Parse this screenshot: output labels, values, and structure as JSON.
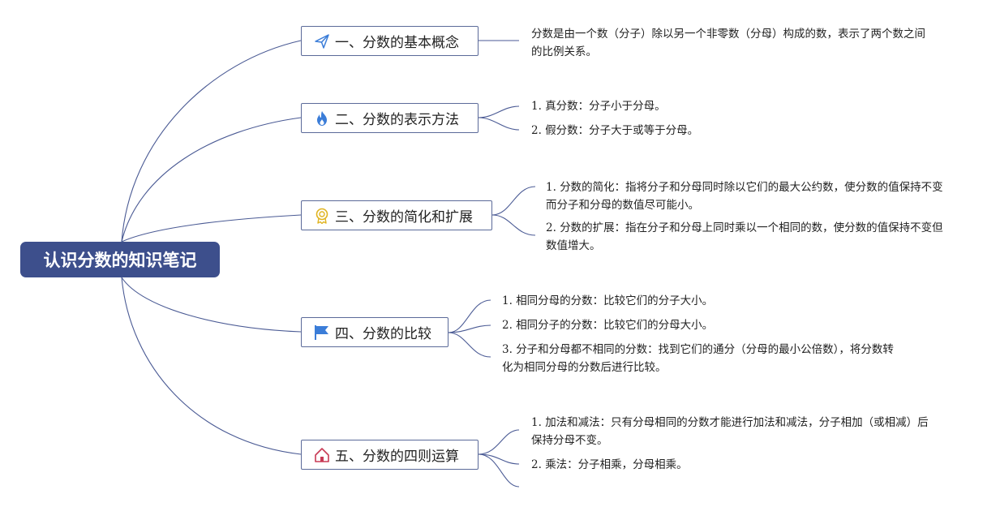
{
  "root": {
    "title": "认识分数的知识笔记"
  },
  "branches": [
    {
      "title": "一、分数的基本概念",
      "icon": "paper-plane-icon",
      "notes": [
        {
          "num": "",
          "text": "分数是由一个数（分子）除以另一个非零数（分母）构成的数，表示了两个数之间的比例关系。"
        }
      ]
    },
    {
      "title": "二、分数的表示方法",
      "icon": "flame-icon",
      "notes": [
        {
          "num": "1.",
          "text": "真分数：分子小于分母。"
        },
        {
          "num": "2.",
          "text": "假分数：分子大于或等于分母。"
        }
      ]
    },
    {
      "title": "三、分数的简化和扩展",
      "icon": "ribbon-icon",
      "notes": [
        {
          "num": "1.",
          "text": "分数的简化：指将分子和分母同时除以它们的最大公约数，使分数的值保持不变而分子和分母的数值尽可能小。"
        },
        {
          "num": "2.",
          "text": "分数的扩展：指在分子和分母上同时乘以一个相同的数，使分数的值保持不变但数值增大。"
        }
      ]
    },
    {
      "title": "四、分数的比较",
      "icon": "flag-icon",
      "notes": [
        {
          "num": "1.",
          "text": "相同分母的分数：比较它们的分子大小。"
        },
        {
          "num": "2.",
          "text": "相同分子的分数：比较它们的分母大小。"
        },
        {
          "num": "3.",
          "text": "分子和分母都不相同的分数：找到它们的通分（分母的最小公倍数），将分数转化为相同分母的分数后进行比较。"
        }
      ]
    },
    {
      "title": "五、分数的四则运算",
      "icon": "house-icon",
      "notes": [
        {
          "num": "1.",
          "text": "加法和减法：只有分母相同的分数才能进行加法和减法，分子相加（或相减）后保持分母不变。"
        },
        {
          "num": "2.",
          "text": "乘法：分子相乘，分母相乘。"
        }
      ]
    }
  ],
  "colors": {
    "root_fill": "#3d4f8c",
    "connector": "#4a5a94",
    "box_border": "#5b6a99",
    "icon_blue": "#3b7dd8",
    "icon_yellow": "#e0b420",
    "icon_red": "#c83a55",
    "text": "#222222"
  }
}
